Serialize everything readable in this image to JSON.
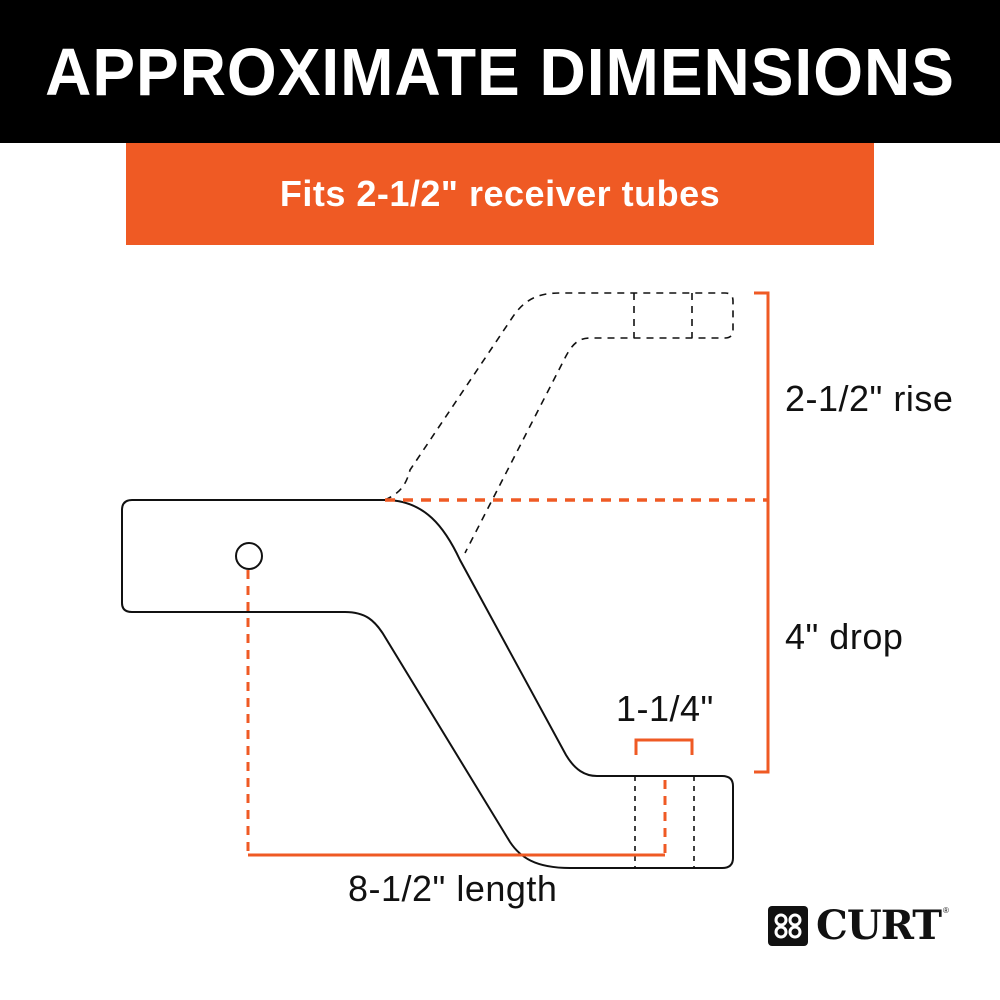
{
  "header": {
    "title": "APPROXIMATE DIMENSIONS",
    "background": "#000000"
  },
  "banner": {
    "text": "Fits 2-1/2\" receiver tubes",
    "background": "#ef5a24"
  },
  "dimensions": {
    "rise": "2-1/2\" rise",
    "drop": "4\" drop",
    "hole": "1-1/4\"",
    "length": "8-1/2\" length"
  },
  "colors": {
    "accent": "#ef5a24",
    "outline": "#111111"
  },
  "brand": {
    "name": "CURT",
    "registered": "®"
  }
}
